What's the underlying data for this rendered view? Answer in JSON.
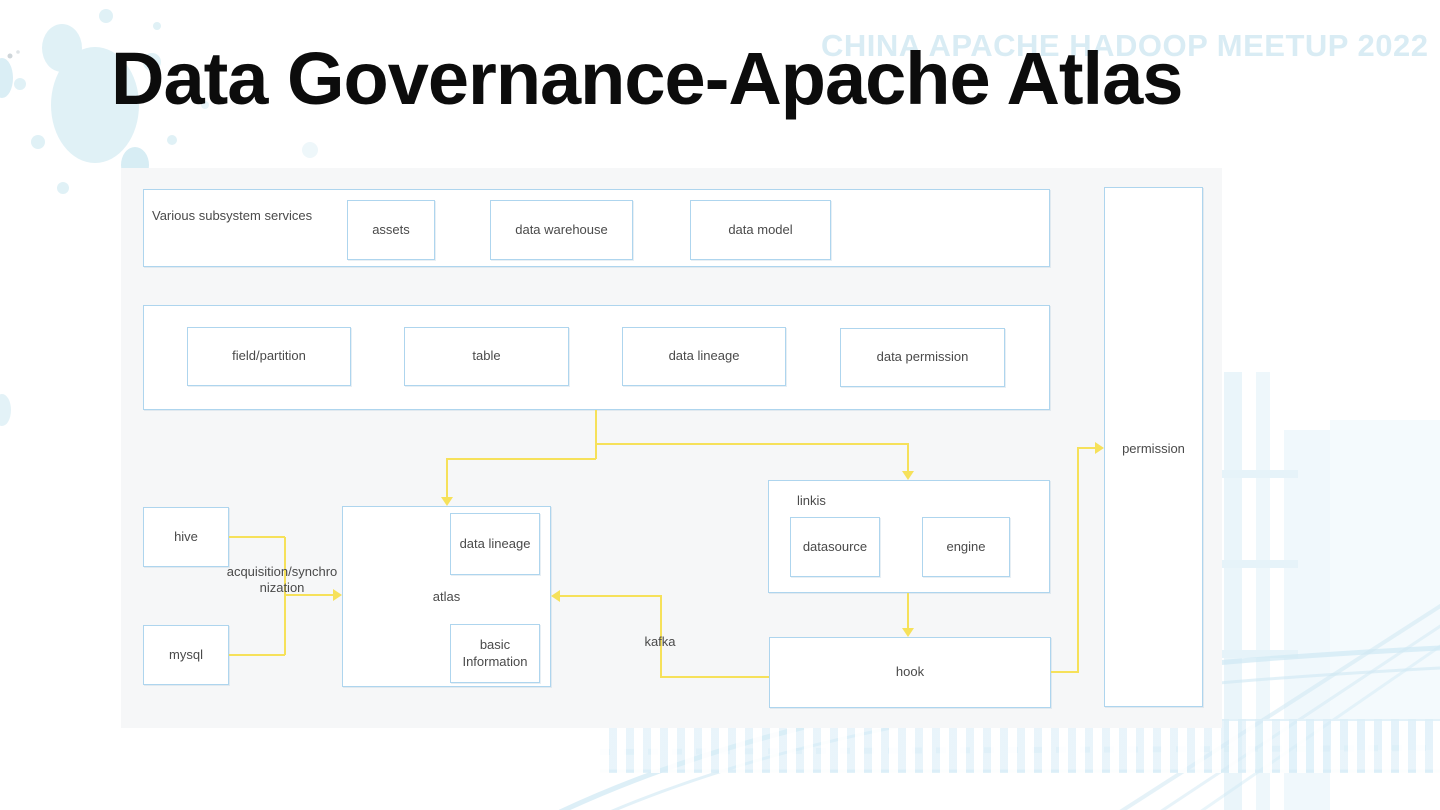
{
  "title": "Data Governance-Apache Atlas",
  "watermark": "CHINA APACHE HADOOP MEETUP 2022",
  "colors": {
    "box_border_blue": "#aed5ee",
    "arrow_yellow": "#f6e15a",
    "canvas_background": "#f6f7f8",
    "watermark_blue": "#d9ecf4",
    "diagram_text": "#4a4a4a",
    "title_black": "#0c0c0c"
  },
  "diagram": {
    "subsystem": {
      "label": "Various subsystem services",
      "boxes": [
        "assets",
        "data warehouse",
        "data model"
      ]
    },
    "metadata_row": {
      "boxes": [
        "field/partition",
        "table",
        "data lineage",
        "data permission"
      ]
    },
    "sources": {
      "boxes": [
        "hive",
        "mysql"
      ]
    },
    "atlas": {
      "label": "atlas",
      "boxes": [
        "data lineage",
        "basic Information"
      ]
    },
    "linkis": {
      "label": "linkis",
      "boxes": [
        "datasource",
        "engine"
      ]
    },
    "hook": {
      "label": "hook"
    },
    "permission": {
      "label": "permission"
    },
    "edge_labels": {
      "acquisition_line1": "acquisition/synchro",
      "acquisition_line2": "nization",
      "kafka": "kafka"
    }
  }
}
